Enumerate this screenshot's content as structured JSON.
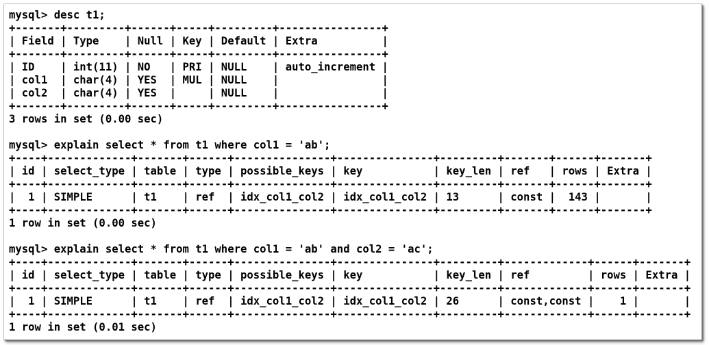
{
  "app": {
    "kind": "mysql-terminal-output",
    "colors": {
      "background": "#ffffff",
      "text": "#000000",
      "frame_border": "#b5b5b5"
    }
  },
  "terminal": {
    "sessions": [
      {
        "command": "mysql> desc t1;",
        "status": "3 rows in set (0.00 sec)",
        "table": {
          "columns": [
            "Field",
            "Type",
            "Null",
            "Key",
            "Default",
            "Extra"
          ],
          "rows": [
            [
              "ID",
              "int(11)",
              "NO",
              "PRI",
              "NULL",
              "auto_increment"
            ],
            [
              "col1",
              "char(4)",
              "YES",
              "MUL",
              "NULL",
              ""
            ],
            [
              "col2",
              "char(4)",
              "YES",
              "",
              "NULL",
              ""
            ]
          ]
        },
        "lines": [
          "+-------+---------+------+-----+---------+----------------+",
          "| Field | Type    | Null | Key | Default | Extra          |",
          "+-------+---------+------+-----+---------+----------------+",
          "| ID    | int(11) | NO   | PRI | NULL    | auto_increment |",
          "| col1  | char(4) | YES  | MUL | NULL    |                |",
          "| col2  | char(4) | YES  |     | NULL    |                |",
          "+-------+---------+------+-----+---------+----------------+"
        ]
      },
      {
        "command": "mysql> explain select * from t1 where col1 = 'ab';",
        "status": "1 row in set (0.00 sec)",
        "table": {
          "columns": [
            "id",
            "select_type",
            "table",
            "type",
            "possible_keys",
            "key",
            "key_len",
            "ref",
            "rows",
            "Extra"
          ],
          "rows": [
            [
              "1",
              "SIMPLE",
              "t1",
              "ref",
              "idx_col1_col2",
              "idx_col1_col2",
              "13",
              "const",
              "143",
              ""
            ]
          ]
        },
        "lines": [
          "+----+-------------+-------+------+---------------+---------------+---------+-------+------+-------+",
          "| id | select_type | table | type | possible_keys | key           | key_len | ref   | rows | Extra |",
          "+----+-------------+-------+------+---------------+---------------+---------+-------+------+-------+",
          "|  1 | SIMPLE      | t1    | ref  | idx_col1_col2 | idx_col1_col2 | 13      | const |  143 |       |",
          "+----+-------------+-------+------+---------------+---------------+---------+-------+------+-------+"
        ]
      },
      {
        "command": "mysql> explain select * from t1 where col1 = 'ab' and col2 = 'ac';",
        "status": "1 row in set (0.01 sec)",
        "table": {
          "columns": [
            "id",
            "select_type",
            "table",
            "type",
            "possible_keys",
            "key",
            "key_len",
            "ref",
            "rows",
            "Extra"
          ],
          "rows": [
            [
              "1",
              "SIMPLE",
              "t1",
              "ref",
              "idx_col1_col2",
              "idx_col1_col2",
              "26",
              "const,const",
              "1",
              ""
            ]
          ]
        },
        "lines": [
          "+----+-------------+-------+------+---------------+---------------+---------+-------------+------+-------+",
          "| id | select_type | table | type | possible_keys | key           | key_len | ref         | rows | Extra |",
          "+----+-------------+-------+------+---------------+---------------+---------+-------------+------+-------+",
          "|  1 | SIMPLE      | t1    | ref  | idx_col1_col2 | idx_col1_col2 | 26      | const,const |    1 |       |",
          "+----+-------------+-------+------+---------------+---------------+---------+-------------+------+-------+"
        ]
      }
    ]
  }
}
